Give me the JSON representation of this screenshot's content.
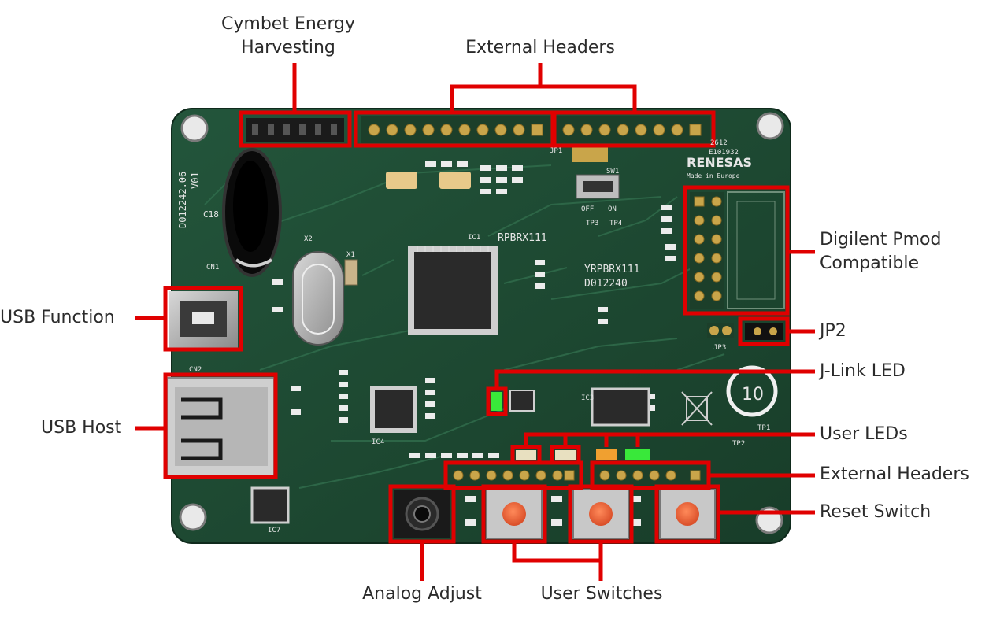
{
  "labels": {
    "cymbet_energy_harvesting_line1": "Cymbet Energy",
    "cymbet_energy_harvesting_line2": "Harvesting",
    "external_headers_top": "External Headers",
    "digilent_pmod_line1": "Digilent Pmod",
    "digilent_pmod_line2": "Compatible",
    "usb_function": "USB Function",
    "jp2": "JP2",
    "jlink_led": "J-Link LED",
    "usb_host": "USB Host",
    "user_leds": "User LEDs",
    "external_headers_bottom": "External Headers",
    "reset_switch": "Reset Switch",
    "analog_adjust": "Analog Adjust",
    "user_switches": "User Switches"
  },
  "board_silkscreen": {
    "brand": "RENESAS",
    "made_in": "Made in Europe",
    "chip_label": "RPBRX111",
    "part_number": "YRPBRX111",
    "board_code": "D012240",
    "side_code": "D012242.06",
    "version": "V01",
    "capacitor": "C18",
    "label_ic1": "IC1",
    "label_ic3": "IC3",
    "label_ic4": "IC4",
    "label_ic7": "IC7",
    "label_x1": "X1",
    "label_x2": "X2",
    "label_cn1": "CN1",
    "label_cn2": "CN2",
    "label_jp1": "JP1",
    "label_jp3": "JP3",
    "label_tp1": "TP1",
    "label_tp2": "TP2",
    "label_tp3": "TP3",
    "label_tp4": "TP4",
    "label_sw1": "SW1",
    "switch_off": "OFF",
    "switch_on": "ON",
    "recycle_mark": "10",
    "top_right_code_1": "2612",
    "top_right_code_2": "E101932"
  },
  "colors": {
    "callout": "#e00000",
    "pcb": "#1f4a34",
    "pcb_dark": "#163826",
    "trace": "#2f6a4a",
    "gold": "#c9a54a",
    "button_cap": "#e8603a",
    "led_green": "#39e83a",
    "led_orange": "#f0a030"
  }
}
